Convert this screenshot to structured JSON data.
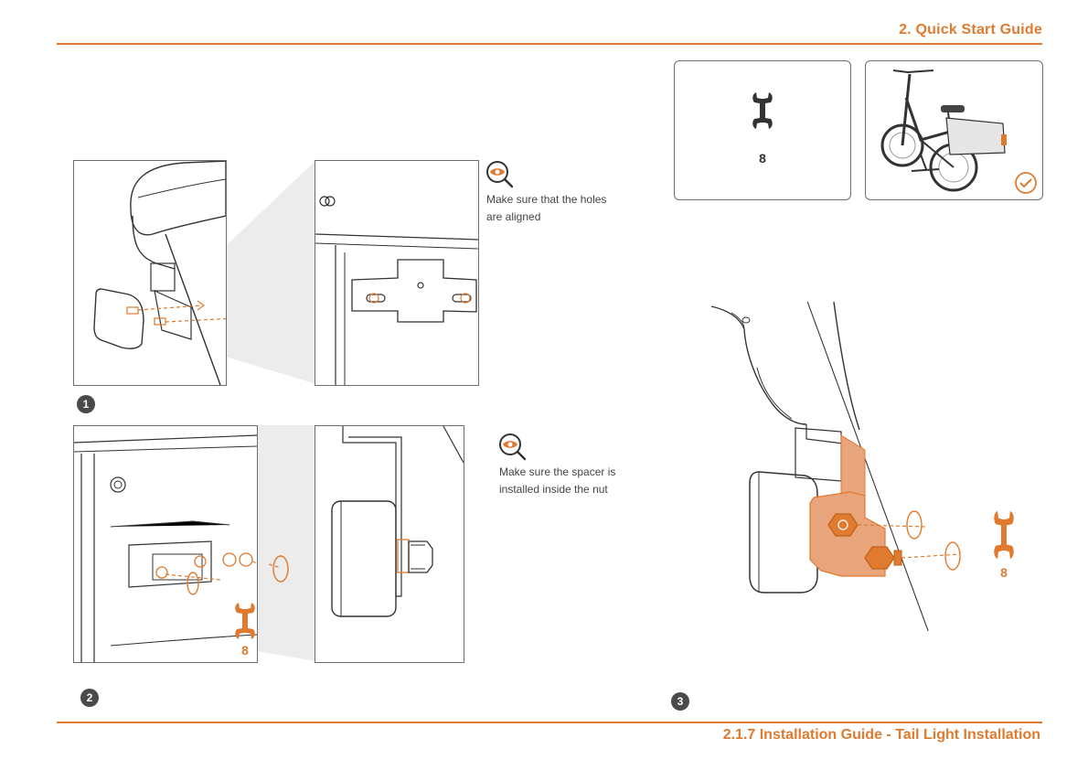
{
  "header": {
    "title": "2. Quick Start Guide"
  },
  "footer": {
    "title": "2.1.7 Installation Guide - Tail Light Installation"
  },
  "steps": [
    {
      "number": "1",
      "note_lines": [
        "Make sure that the holes",
        "are aligned"
      ]
    },
    {
      "number": "2",
      "note_lines": [
        "Make sure the spacer is",
        "installed inside the nut"
      ],
      "wrench_size": "8"
    },
    {
      "number": "3",
      "wrench_size": "8"
    }
  ],
  "tools": {
    "wrench_size": "8"
  },
  "colors": {
    "accent": "#e07a2e",
    "line": "#333333",
    "badge": "#4a4a4a"
  },
  "icons": [
    "inspect-eye-icon",
    "wrench-icon",
    "check-circle-icon"
  ]
}
